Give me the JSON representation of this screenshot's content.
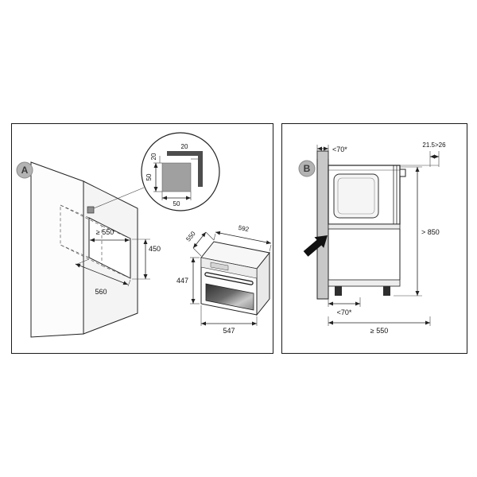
{
  "figure": {
    "panel_a": {
      "badge": "A",
      "niche": {
        "width": "≥ 550",
        "height": "450",
        "depth": "560"
      },
      "spacer_detail": {
        "block_width": "50",
        "block_height": "50",
        "gap_top": "20",
        "gap_side": "20"
      },
      "oven": {
        "depth_top": "550",
        "width": "592",
        "height": "447",
        "depth_bottom": "547"
      }
    },
    "panel_b": {
      "badge": "B",
      "rear_gap_top": "<70*",
      "front_offset": "21.5>26",
      "min_height": "> 850",
      "rear_gap_bottom": "<70*",
      "cabinet_depth": "≥ 550"
    }
  }
}
